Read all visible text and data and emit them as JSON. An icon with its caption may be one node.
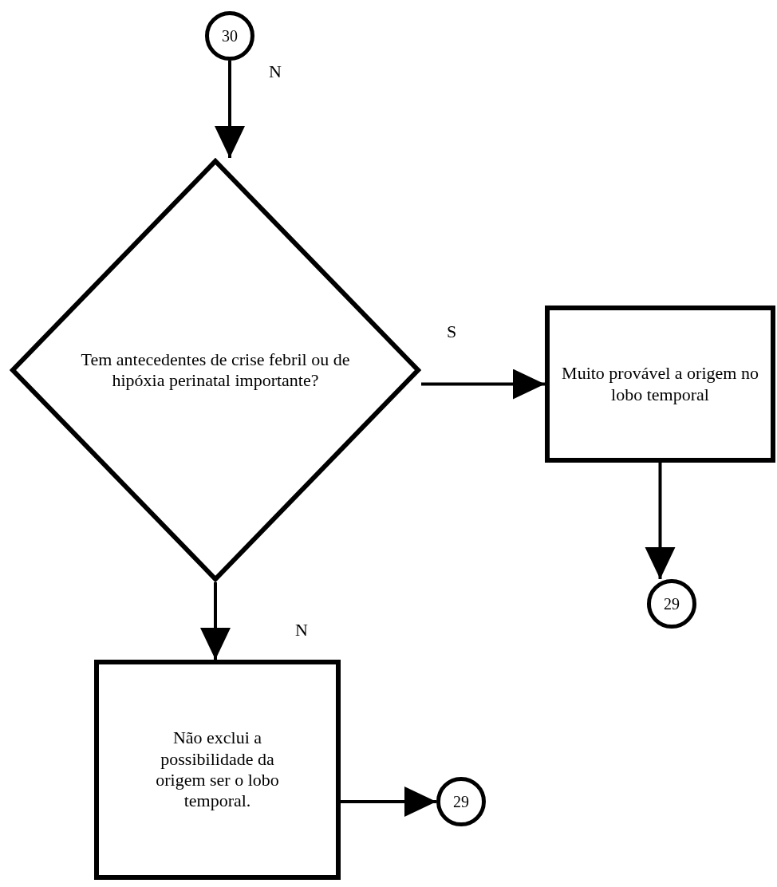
{
  "diagram": {
    "nodes": [
      {
        "text": [
          "30"
        ]
      },
      {
        "text": [
          "Tem antecedentes de crise febril ou de hipóxia perinatal importante?"
        ]
      },
      {
        "text": [
          "Muito provável a origem no lobo temporal"
        ]
      },
      {
        "text": [
          "29"
        ]
      },
      {
        "text": [
          "Não exclui a possibilidade da origem ser o lobo temporal."
        ]
      },
      {
        "text": [
          "29"
        ]
      }
    ],
    "edges": [
      {
        "from": 0,
        "to": 1,
        "arrow": "to",
        "label": "N"
      },
      {
        "from": 1,
        "to": 2,
        "arrow": "to",
        "label": "S"
      },
      {
        "from": 2,
        "to": 3,
        "arrow": "to"
      },
      {
        "from": 1,
        "to": 4,
        "arrow": "to",
        "label": "N"
      },
      {
        "from": 4,
        "to": 5,
        "arrow": "to"
      }
    ]
  }
}
